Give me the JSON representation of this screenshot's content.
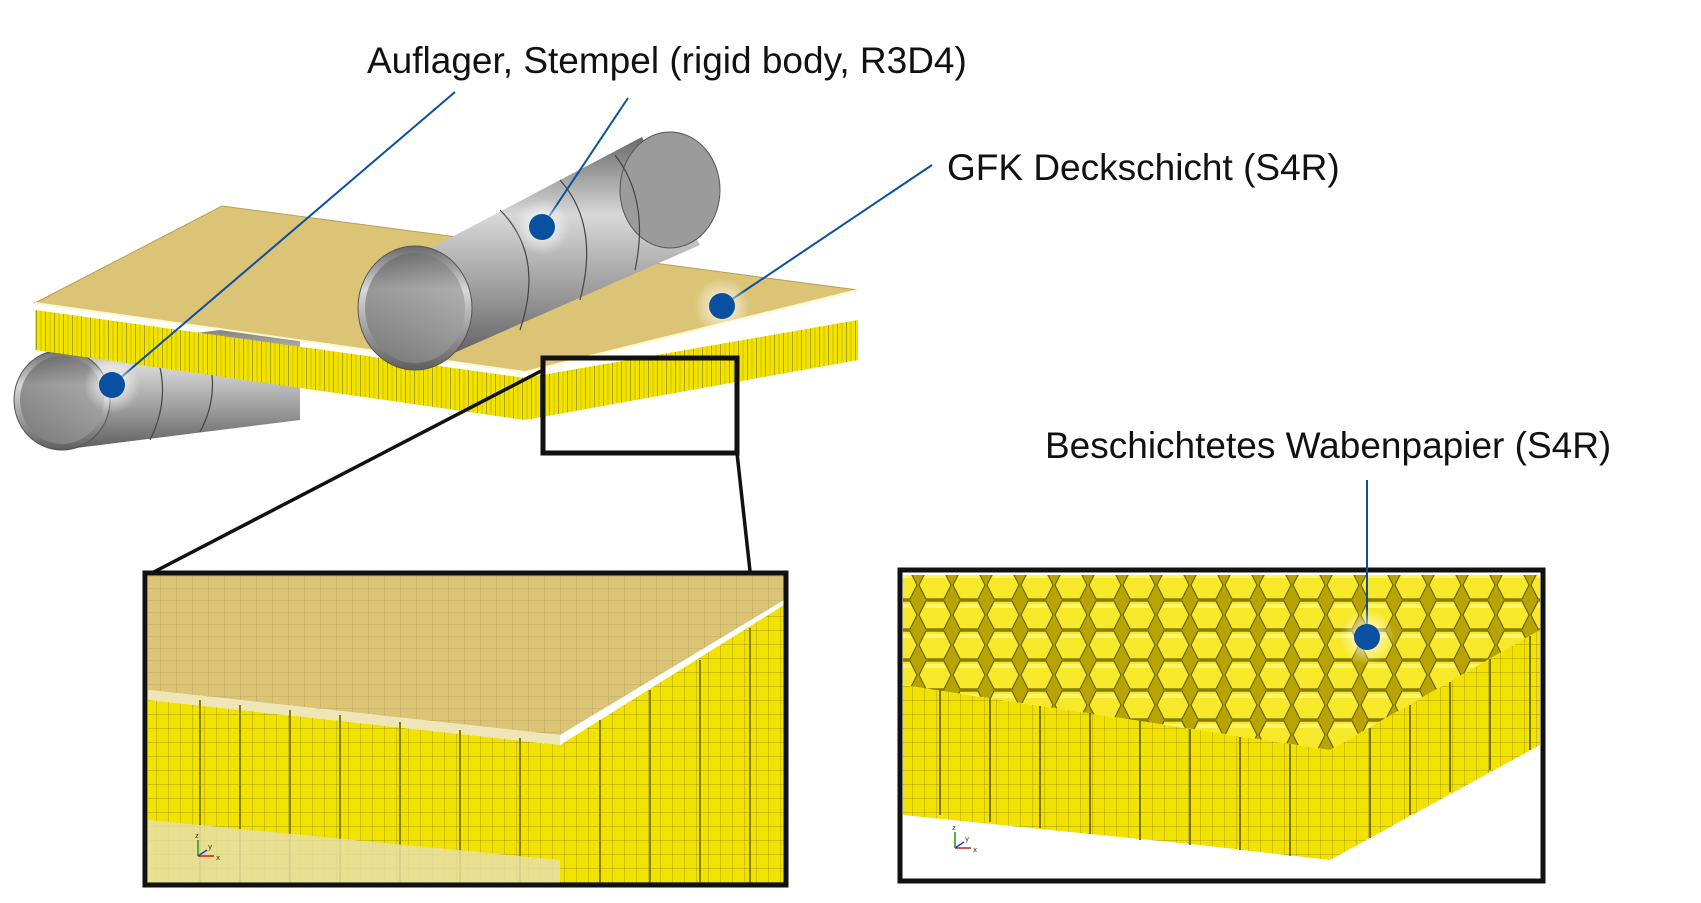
{
  "labels": {
    "supports": "Auflager, Stempel (rigid body, R3D4)",
    "face_sheet": "GFK Deckschicht (S4R)",
    "honeycomb": "Beschichtetes Wabenpapier (S4R)"
  },
  "triad": {
    "left": {
      "z": "z",
      "y": "y",
      "x": "x"
    },
    "right": {
      "z": "z",
      "y": "y",
      "x": "x"
    }
  },
  "colors": {
    "face_sheet": "#dcc477",
    "honeycomb": "#f2e200",
    "cylinder": "#8c8c8c",
    "leader": "#0a4fa0",
    "marker": "#0a4fa0",
    "frame": "#111111"
  },
  "icons": {
    "marker": "blue-dot-marker",
    "triad": "coordinate-triad-icon"
  }
}
